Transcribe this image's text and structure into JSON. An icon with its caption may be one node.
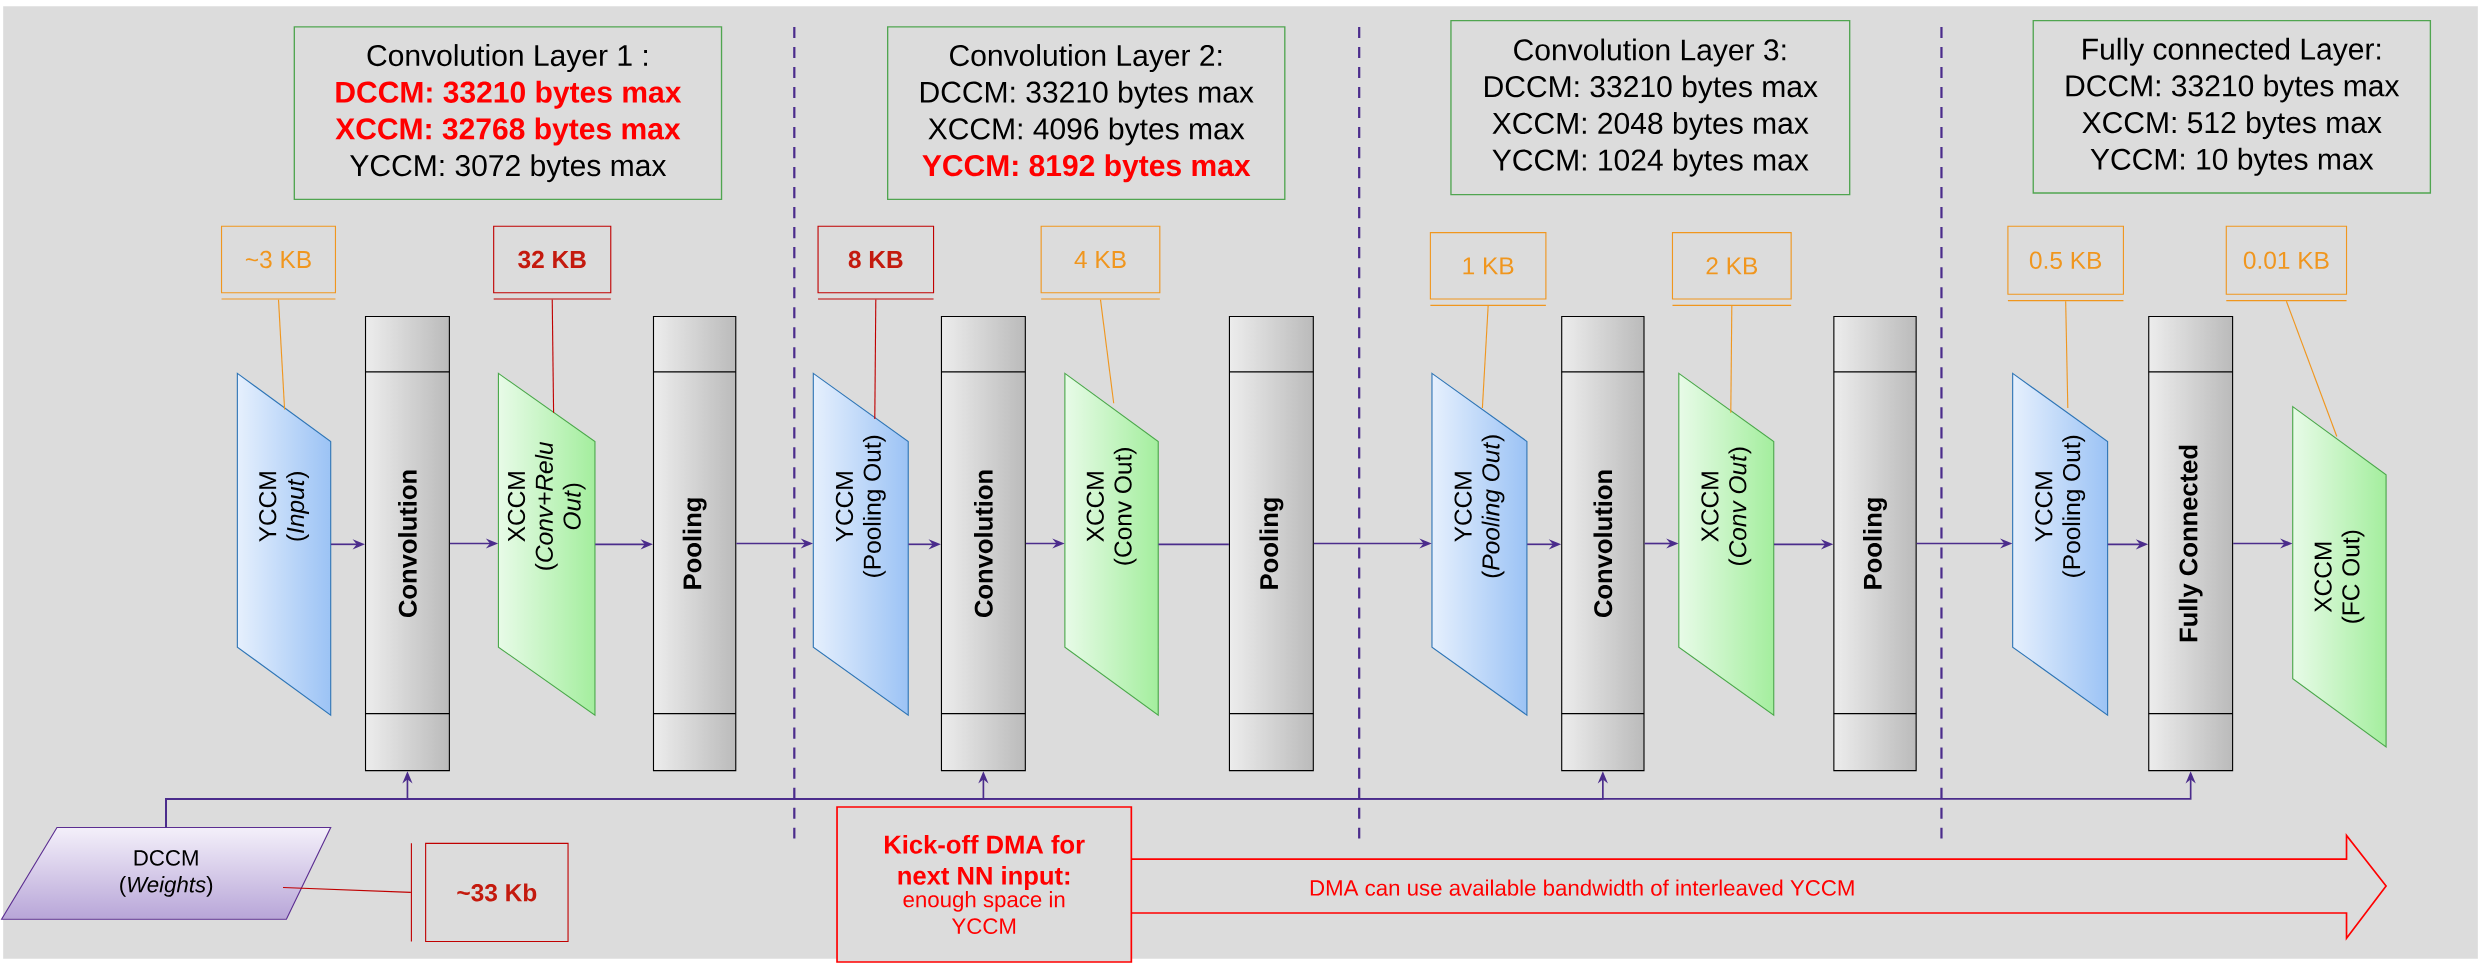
{
  "diagram": {
    "nodes": [
      {
        "text": [
          "Convolution Layer 1 :",
          "DCCM: 33210 bytes max",
          "XCCM: 32768 bytes max",
          "YCCM: 3072 bytes max"
        ]
      },
      {
        "text": [
          "Convolution Layer 2:",
          "DCCM: 33210 bytes max",
          "XCCM: 4096 bytes max",
          "YCCM: 8192 bytes max"
        ]
      },
      {
        "text": [
          "Convolution Layer 3:",
          "DCCM: 33210 bytes max",
          "XCCM: 2048 bytes max",
          "YCCM: 1024 bytes max"
        ]
      },
      {
        "text": [
          "Fully connected Layer:",
          "DCCM: 33210 bytes max",
          "XCCM: 512 bytes max",
          "YCCM: 10 bytes max"
        ]
      },
      {
        "text": [
          "~3 KB"
        ]
      },
      {
        "text": [
          "32 KB"
        ]
      },
      {
        "text": [
          "8 KB"
        ]
      },
      {
        "text": [
          "4 KB"
        ]
      },
      {
        "text": [
          "1 KB"
        ]
      },
      {
        "text": [
          "2 KB"
        ]
      },
      {
        "text": [
          "0.5 KB"
        ]
      },
      {
        "text": [
          "0.01 KB"
        ]
      },
      {
        "text": [
          "YCCM",
          "(*Input*)"
        ]
      },
      {
        "text": [
          "Convolution"
        ]
      },
      {
        "text": [
          "XCCM",
          "(*Conv+Relu Out*)"
        ]
      },
      {
        "text": [
          "Pooling"
        ]
      },
      {
        "text": [
          "YCCM",
          "(Pooling Out)"
        ]
      },
      {
        "text": [
          "Convolution"
        ]
      },
      {
        "text": [
          "XCCM",
          "(Conv Out)"
        ]
      },
      {
        "text": [
          "Pooling"
        ]
      },
      {
        "text": [
          "YCCM",
          "(*Pooling Out*)"
        ]
      },
      {
        "text": [
          "Convolution"
        ]
      },
      {
        "text": [
          "XCCM",
          "(*Conv Out*)"
        ]
      },
      {
        "text": [
          "Pooling"
        ]
      },
      {
        "text": [
          "YCCM",
          "(Pooling Out)"
        ]
      },
      {
        "text": [
          "Fully Connected"
        ]
      },
      {
        "text": [
          "XCCM",
          "(FC Out)"
        ]
      },
      {
        "text": [
          "DCCM",
          "(*Weights*)"
        ]
      },
      {
        "text": [
          "~33 Kb"
        ]
      },
      {
        "text": [
          "Kick-off DMA for next NN input:",
          "enough space in YCCM"
        ]
      },
      {
        "text": [
          "DMA can use available bandwidth of interleaved YCCM"
        ]
      }
    ],
    "edges": [
      {
        "from": 12,
        "to": 13,
        "arrow": "to"
      },
      {
        "from": 13,
        "to": 14,
        "arrow": "to"
      },
      {
        "from": 14,
        "to": 15,
        "arrow": "to"
      },
      {
        "from": 15,
        "to": 16,
        "arrow": "to"
      },
      {
        "from": 16,
        "to": 17,
        "arrow": "to"
      },
      {
        "from": 17,
        "to": 18,
        "arrow": "to"
      },
      {
        "from": 18,
        "to": 19,
        "arrow": "none"
      },
      {
        "from": 19,
        "to": 20,
        "arrow": "to"
      },
      {
        "from": 20,
        "to": 21,
        "arrow": "to"
      },
      {
        "from": 21,
        "to": 22,
        "arrow": "to"
      },
      {
        "from": 22,
        "to": 23,
        "arrow": "to"
      },
      {
        "from": 23,
        "to": 24,
        "arrow": "to"
      },
      {
        "from": 24,
        "to": 25,
        "arrow": "to"
      },
      {
        "from": 25,
        "to": 26,
        "arrow": "to"
      },
      {
        "from": 27,
        "to": 13,
        "arrow": "to"
      },
      {
        "from": 27,
        "to": 17,
        "arrow": "to"
      },
      {
        "from": 27,
        "to": 21,
        "arrow": "to"
      },
      {
        "from": 27,
        "to": 25,
        "arrow": "to"
      },
      {
        "from": 4,
        "to": 12,
        "arrow": "none",
        "color": "#f0961e"
      },
      {
        "from": 5,
        "to": 14,
        "arrow": "none",
        "color": "#c00000"
      },
      {
        "from": 6,
        "to": 16,
        "arrow": "none",
        "color": "#c00000"
      },
      {
        "from": 7,
        "to": 18,
        "arrow": "none",
        "color": "#f0961e"
      },
      {
        "from": 8,
        "to": 20,
        "arrow": "none",
        "color": "#f0961e"
      },
      {
        "from": 9,
        "to": 22,
        "arrow": "none",
        "color": "#f0961e"
      },
      {
        "from": 10,
        "to": 24,
        "arrow": "none",
        "color": "#f0961e"
      },
      {
        "from": 11,
        "to": 26,
        "arrow": "none",
        "color": "#f0961e"
      },
      {
        "from": 28,
        "to": 27,
        "arrow": "none",
        "color": "#c00000"
      }
    ]
  }
}
